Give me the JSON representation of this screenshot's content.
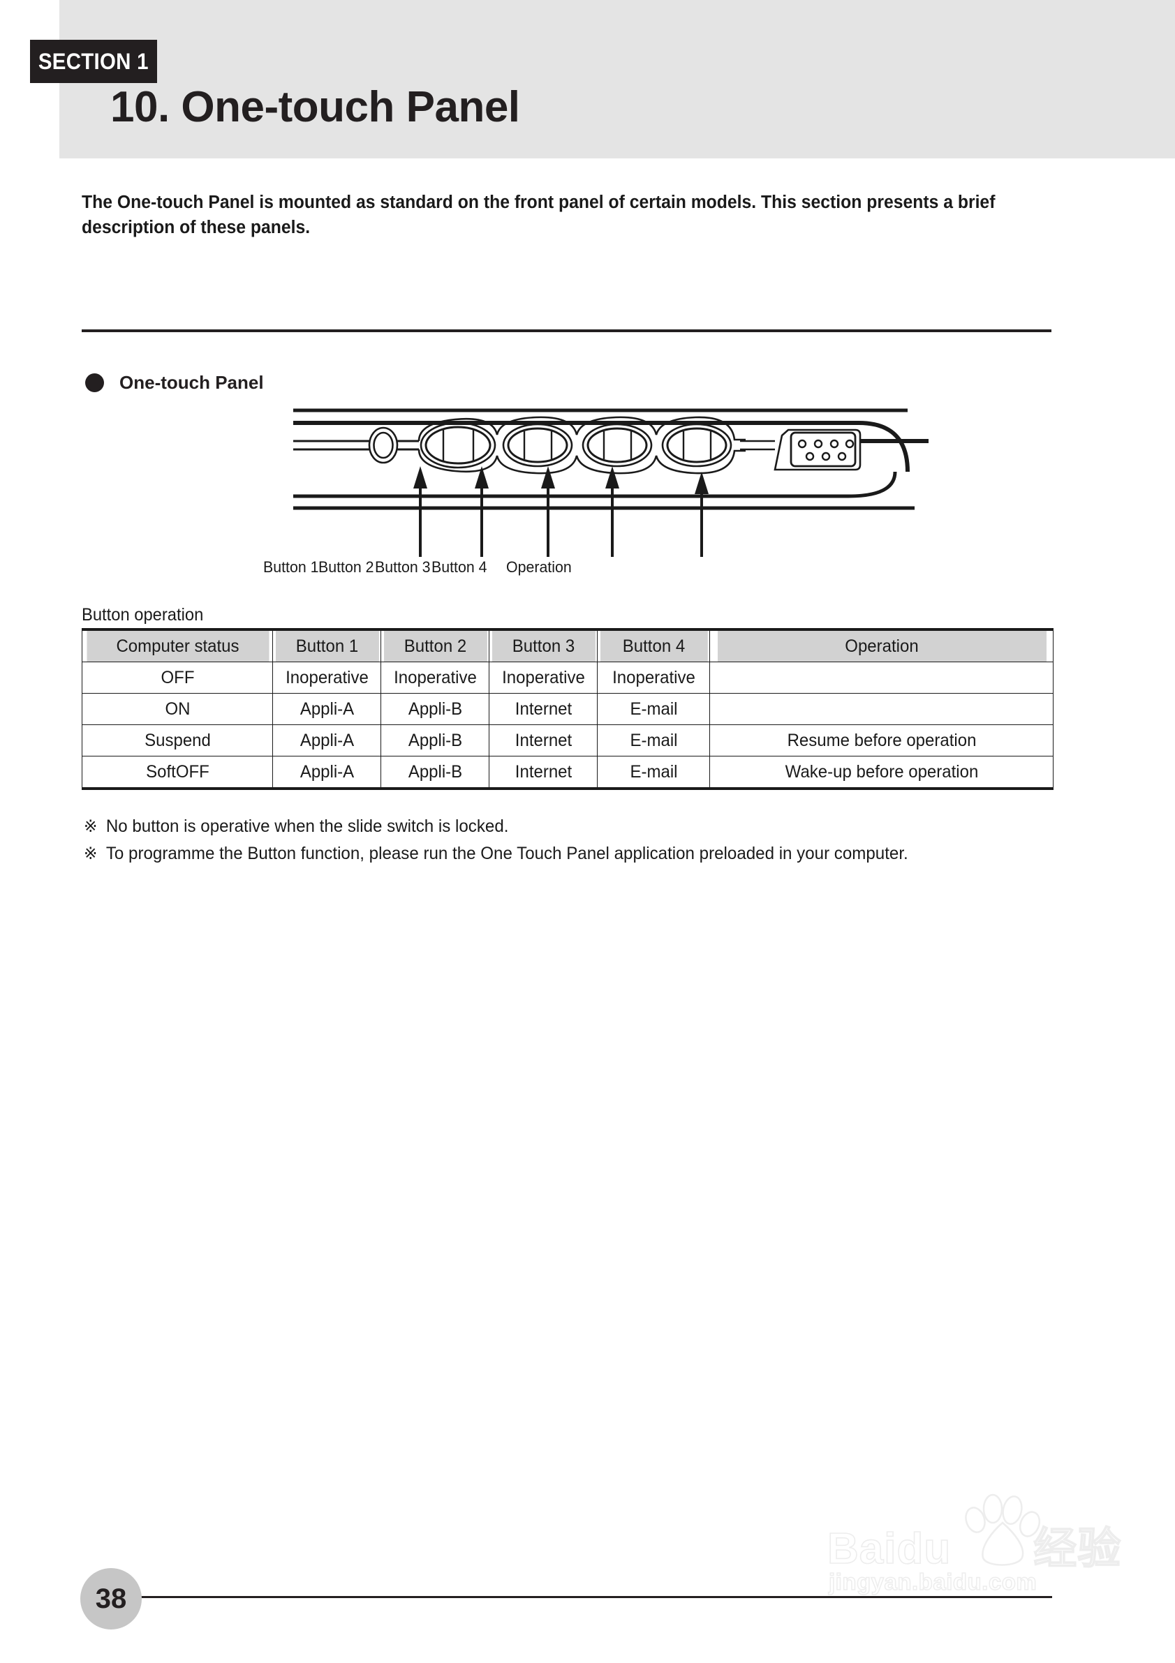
{
  "header": {
    "section_badge": "SECTION 1",
    "title": "10. One-touch Panel",
    "band_color": "#e4e4e4",
    "badge_color": "#231f20"
  },
  "intro": {
    "paragraph": "The One-touch Panel is mounted as standard on the front panel of certain models.  This section presents a brief description of these panels."
  },
  "subsection": {
    "heading": "One-touch Panel"
  },
  "figure": {
    "callouts": [
      {
        "label": "Button 1"
      },
      {
        "label": "Button 2"
      },
      {
        "label": "Button 3"
      },
      {
        "label": "Button 4"
      },
      {
        "label": "Operation"
      }
    ]
  },
  "table": {
    "caption": "Button operation",
    "headers": [
      "Computer status",
      "Button 1",
      "Button 2",
      "Button 3",
      "Button 4",
      "Operation"
    ],
    "rows": [
      [
        "OFF",
        "Inoperative",
        "Inoperative",
        "Inoperative",
        "Inoperative",
        ""
      ],
      [
        "ON",
        "Appli-A",
        "Appli-B",
        "Internet",
        "E-mail",
        ""
      ],
      [
        "Suspend",
        "Appli-A",
        "Appli-B",
        "Internet",
        "E-mail",
        "Resume before operation"
      ],
      [
        "SoftOFF",
        "Appli-A",
        "Appli-B",
        "Internet",
        "E-mail",
        "Wake-up before operation"
      ]
    ],
    "header_bg": "#d2d2d2"
  },
  "notes": [
    {
      "mark": "※",
      "text": "No button is operative when the slide switch is locked."
    },
    {
      "mark": "※",
      "text": "To programme the Button function, please run the One Touch Panel application preloaded in your computer."
    }
  ],
  "watermark": {
    "line1": "Baidu",
    "line1_cjk": "经验",
    "line2": "jingyan.baidu.com"
  },
  "footer": {
    "page_number": "38"
  }
}
